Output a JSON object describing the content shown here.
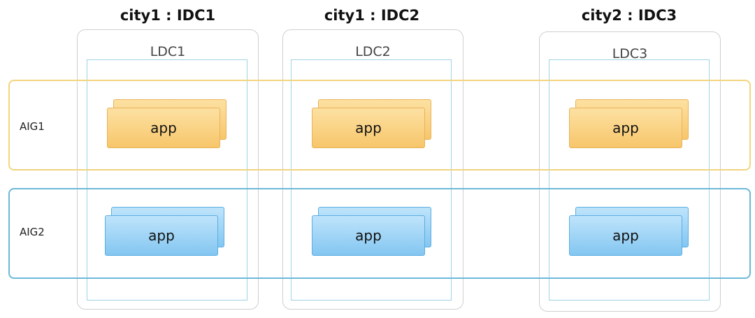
{
  "idcs": [
    {
      "title": "city1 : IDC1",
      "ldc": "LDC1"
    },
    {
      "title": "city1 : IDC2",
      "ldc": "LDC2"
    },
    {
      "title": "city2 : IDC3",
      "ldc": "LDC3"
    }
  ],
  "aigs": [
    {
      "label": "AIG1",
      "color": "#f3d47f"
    },
    {
      "label": "AIG2",
      "color": "#6cb8d8"
    }
  ],
  "app_label": "app"
}
